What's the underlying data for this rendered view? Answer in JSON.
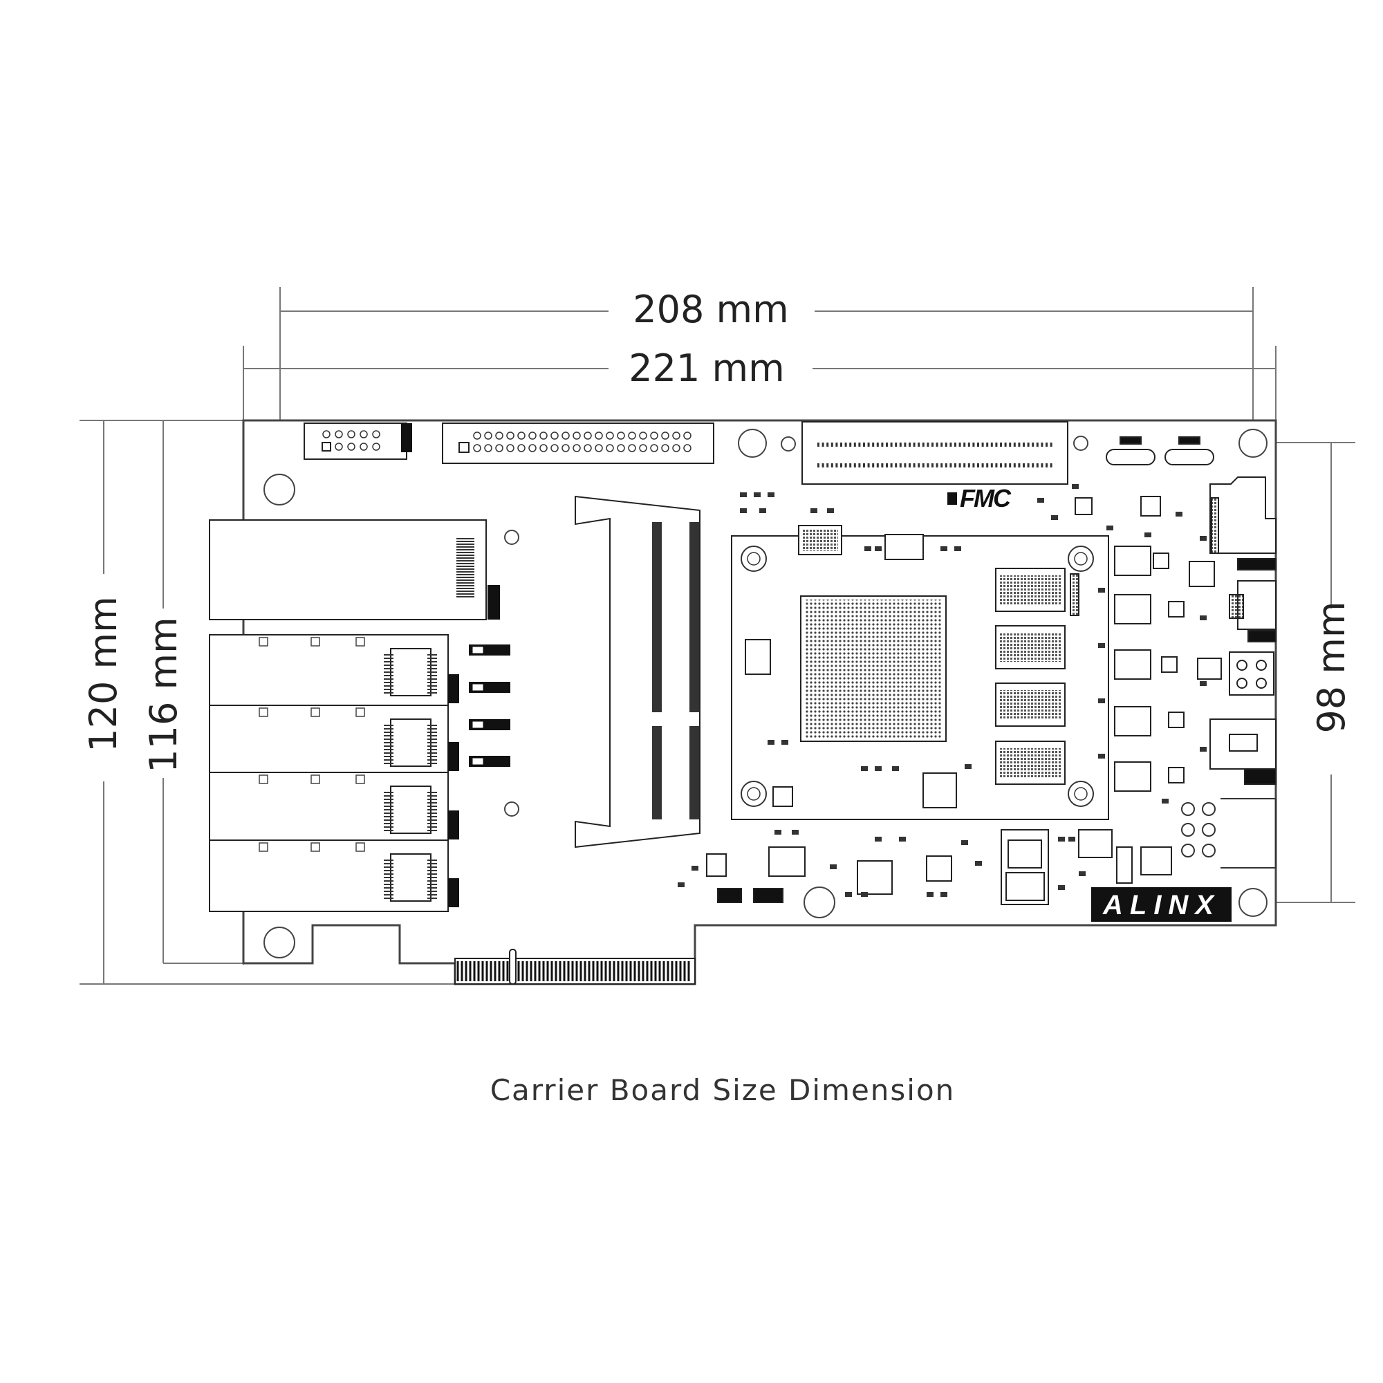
{
  "dimensions": {
    "width_inner": "208 mm",
    "width_outer": "221 mm",
    "height_outer": "120 mm",
    "height_inner": "116 mm",
    "height_right": "98 mm"
  },
  "board": {
    "fmc_label": "FMC",
    "brand_logo": "ALINX"
  },
  "caption": "Carrier Board Size Dimension",
  "colors": {
    "line": "#555555",
    "ink": "#111111",
    "background": "#ffffff"
  }
}
